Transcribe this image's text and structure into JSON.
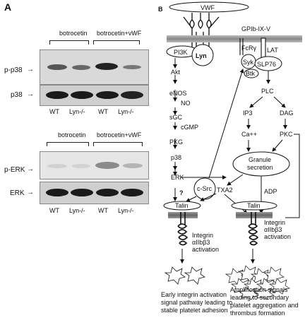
{
  "panel_a": {
    "letter": "A",
    "blot1": {
      "group_left": "botrocetin",
      "group_right": "botrocetin+vWF",
      "row1_label": "p-p38",
      "row2_label": "p38",
      "lanes": [
        "WT",
        "Lyn-/-",
        "WT",
        "Lyn-/-"
      ]
    },
    "blot2": {
      "group_left": "botrocetin",
      "group_right": "botrocetin+vWF",
      "row1_label": "p-ERK",
      "row2_label": "ERK",
      "lanes": [
        "WT",
        "Lyn-/-",
        "WT",
        "Lyn-/-"
      ]
    }
  },
  "panel_b": {
    "letter": "B",
    "vwf": "VWF",
    "receptor": "GPIb-IX-V",
    "pi3k": "PI3K",
    "lyn": "Lyn",
    "fcr": "FcRγ",
    "lat": "LAT",
    "syk": "Syk",
    "slp76": "SLP76",
    "btk": "Btk",
    "akt": "Akt",
    "enos": "eNOS",
    "no": "NO",
    "sgc": "sGC",
    "cgmp": "cGMP",
    "pkg": "PKG",
    "p38": "p38",
    "erk": "ERK",
    "question": "?",
    "csrc": "c-Src",
    "plc": "PLC",
    "ip3": "IP3",
    "dag": "DAG",
    "ca": "Ca++",
    "pkc": "PKC",
    "granule1": "Granule",
    "granule2": "secretion",
    "adp": "ADP",
    "txa2": "TXA2",
    "talin_left": "Talin",
    "talin_right": "Talin",
    "integrin_left": [
      "Integrin",
      "αIIbβ3",
      "activation"
    ],
    "integrin_right": [
      "Integrin",
      "αIIbβ3",
      "activation"
    ],
    "caption_left": [
      "Early integrin activation",
      "signal pathway leading to",
      "stable platelet adhesion"
    ],
    "caption_right": [
      "Amplification signals",
      "leading to secondary",
      "platelet aggregation and",
      "thrombus formation"
    ]
  }
}
